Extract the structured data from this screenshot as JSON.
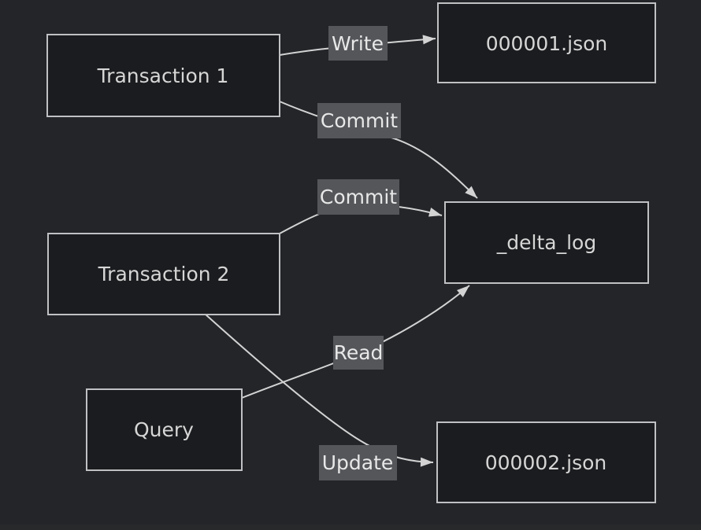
{
  "diagram": {
    "type": "flowchart",
    "theme": "dark",
    "colors": {
      "background": "#232529",
      "node_fill": "#1b1c1f",
      "node_border": "#c0c1c3",
      "node_text": "#d6d6d6",
      "edge_line": "#d3d3d3",
      "edge_label_bg": "#54565a",
      "edge_label_text": "#e8e8e8",
      "footer_strip": "#28292b"
    },
    "nodes": [
      {
        "id": "transaction-1",
        "label": "Transaction 1"
      },
      {
        "id": "000001-json",
        "label": "000001.json"
      },
      {
        "id": "transaction-2",
        "label": "Transaction 2"
      },
      {
        "id": "delta-log",
        "label": "_delta_log"
      },
      {
        "id": "query",
        "label": "Query"
      },
      {
        "id": "000002-json",
        "label": "000002.json"
      }
    ],
    "edges": [
      {
        "from": "Transaction 1",
        "label": "Write",
        "to": "000001.json"
      },
      {
        "from": "Transaction 1",
        "label": "Commit",
        "to": "_delta_log"
      },
      {
        "from": "Transaction 2",
        "label": "Commit",
        "to": "_delta_log"
      },
      {
        "from": "Query",
        "label": "Read",
        "to": "_delta_log"
      },
      {
        "from": "Transaction 2",
        "label": "Update",
        "to": "000002.json"
      }
    ]
  }
}
